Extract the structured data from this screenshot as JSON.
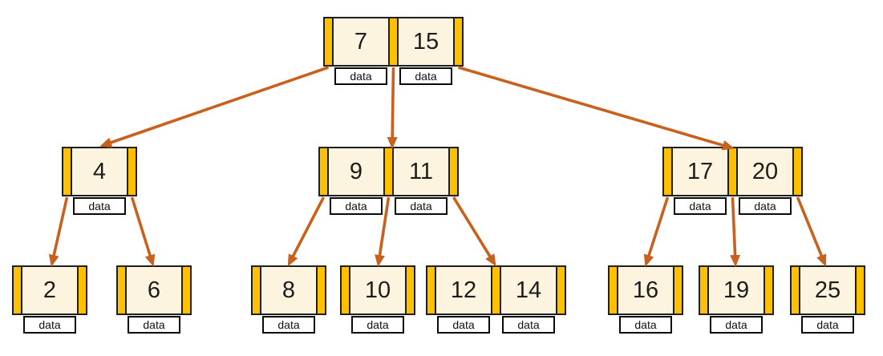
{
  "diagram": {
    "kind": "b-tree-diagram",
    "colors": {
      "pointer_slot": "#FFC000",
      "key_fill": "#FCF4DE",
      "arrow": "#C9611E",
      "border": "#1F1F1F"
    }
  },
  "nodes": [
    {
      "name": "root-7-15",
      "level": 0,
      "keys": [
        {
          "value": "7",
          "data_label": "data"
        },
        {
          "value": "15",
          "data_label": "data"
        }
      ]
    },
    {
      "name": "internal-4",
      "level": 1,
      "keys": [
        {
          "value": "4",
          "data_label": "data"
        }
      ]
    },
    {
      "name": "internal-9-11",
      "level": 1,
      "keys": [
        {
          "value": "9",
          "data_label": "data"
        },
        {
          "value": "11",
          "data_label": "data"
        }
      ]
    },
    {
      "name": "internal-17-20",
      "level": 1,
      "keys": [
        {
          "value": "17",
          "data_label": "data"
        },
        {
          "value": "20",
          "data_label": "data"
        }
      ]
    },
    {
      "name": "leaf-2",
      "level": 2,
      "keys": [
        {
          "value": "2",
          "data_label": "data"
        }
      ]
    },
    {
      "name": "leaf-6",
      "level": 2,
      "keys": [
        {
          "value": "6",
          "data_label": "data"
        }
      ]
    },
    {
      "name": "leaf-8",
      "level": 2,
      "keys": [
        {
          "value": "8",
          "data_label": "data"
        }
      ]
    },
    {
      "name": "leaf-10",
      "level": 2,
      "keys": [
        {
          "value": "10",
          "data_label": "data"
        }
      ]
    },
    {
      "name": "leaf-12-14",
      "level": 2,
      "keys": [
        {
          "value": "12",
          "data_label": "data"
        },
        {
          "value": "14",
          "data_label": "data"
        }
      ]
    },
    {
      "name": "leaf-16",
      "level": 2,
      "keys": [
        {
          "value": "16",
          "data_label": "data"
        }
      ]
    },
    {
      "name": "leaf-19",
      "level": 2,
      "keys": [
        {
          "value": "19",
          "data_label": "data"
        }
      ]
    },
    {
      "name": "leaf-25",
      "level": 2,
      "keys": [
        {
          "value": "25",
          "data_label": "data"
        }
      ]
    }
  ],
  "edges": [
    {
      "from": "root-7-15",
      "pointer": 0,
      "to": "internal-4"
    },
    {
      "from": "root-7-15",
      "pointer": 1,
      "to": "internal-9-11"
    },
    {
      "from": "root-7-15",
      "pointer": 2,
      "to": "internal-17-20"
    },
    {
      "from": "internal-4",
      "pointer": 0,
      "to": "leaf-2"
    },
    {
      "from": "internal-4",
      "pointer": 1,
      "to": "leaf-6"
    },
    {
      "from": "internal-9-11",
      "pointer": 0,
      "to": "leaf-8"
    },
    {
      "from": "internal-9-11",
      "pointer": 1,
      "to": "leaf-10"
    },
    {
      "from": "internal-9-11",
      "pointer": 2,
      "to": "leaf-12-14"
    },
    {
      "from": "internal-17-20",
      "pointer": 0,
      "to": "leaf-16"
    },
    {
      "from": "internal-17-20",
      "pointer": 1,
      "to": "leaf-19"
    },
    {
      "from": "internal-17-20",
      "pointer": 2,
      "to": "leaf-25"
    }
  ]
}
